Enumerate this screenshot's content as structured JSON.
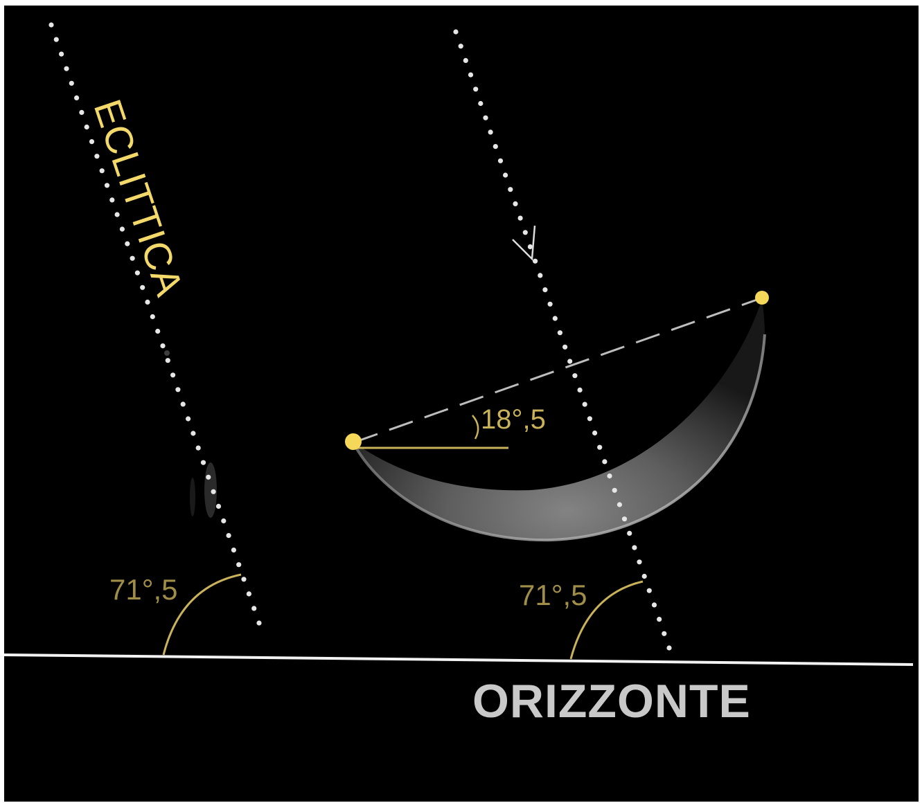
{
  "labels": {
    "ecliptic": "ECLITTICA",
    "horizon": "ORIZZONTE",
    "angle_left": "71°,5",
    "angle_right": "71°,5",
    "angle_moon": "18°,5"
  },
  "colors": {
    "background": "#000000",
    "accent_gold": "#c9b25a",
    "dot_yellow": "#f5d85a",
    "ecliptic_label": "#f3d86a",
    "horizon_label": "#c9c9c9",
    "dots": "#e6e6e6",
    "horizon_line": "#f2f2f2"
  }
}
